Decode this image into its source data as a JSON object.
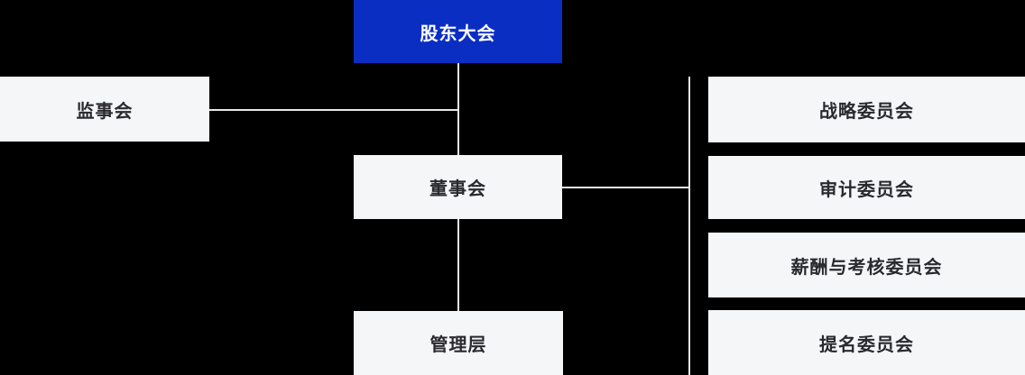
{
  "diagram": {
    "type": "org-chart",
    "nodes": {
      "shareholders": {
        "label": "股东大会"
      },
      "supervisory": {
        "label": "监事会"
      },
      "board": {
        "label": "董事会"
      },
      "management": {
        "label": "管理层"
      },
      "strategy": {
        "label": "战略委员会"
      },
      "audit": {
        "label": "审计委员会"
      },
      "remuneration": {
        "label": "薪酬与考核委员会"
      },
      "nomination": {
        "label": "提名委员会"
      }
    },
    "edges": [
      "shareholders-board",
      "board-management",
      "supervisory-trunk",
      "board-committees-trunk",
      "committees-trunk"
    ],
    "colors": {
      "background": "#000000",
      "primary": "#0a2ec2",
      "node_bg": "#f5f6f8",
      "node_text": "#29292e",
      "primary_text": "#ffffff",
      "line": "#e8e8e8"
    }
  }
}
